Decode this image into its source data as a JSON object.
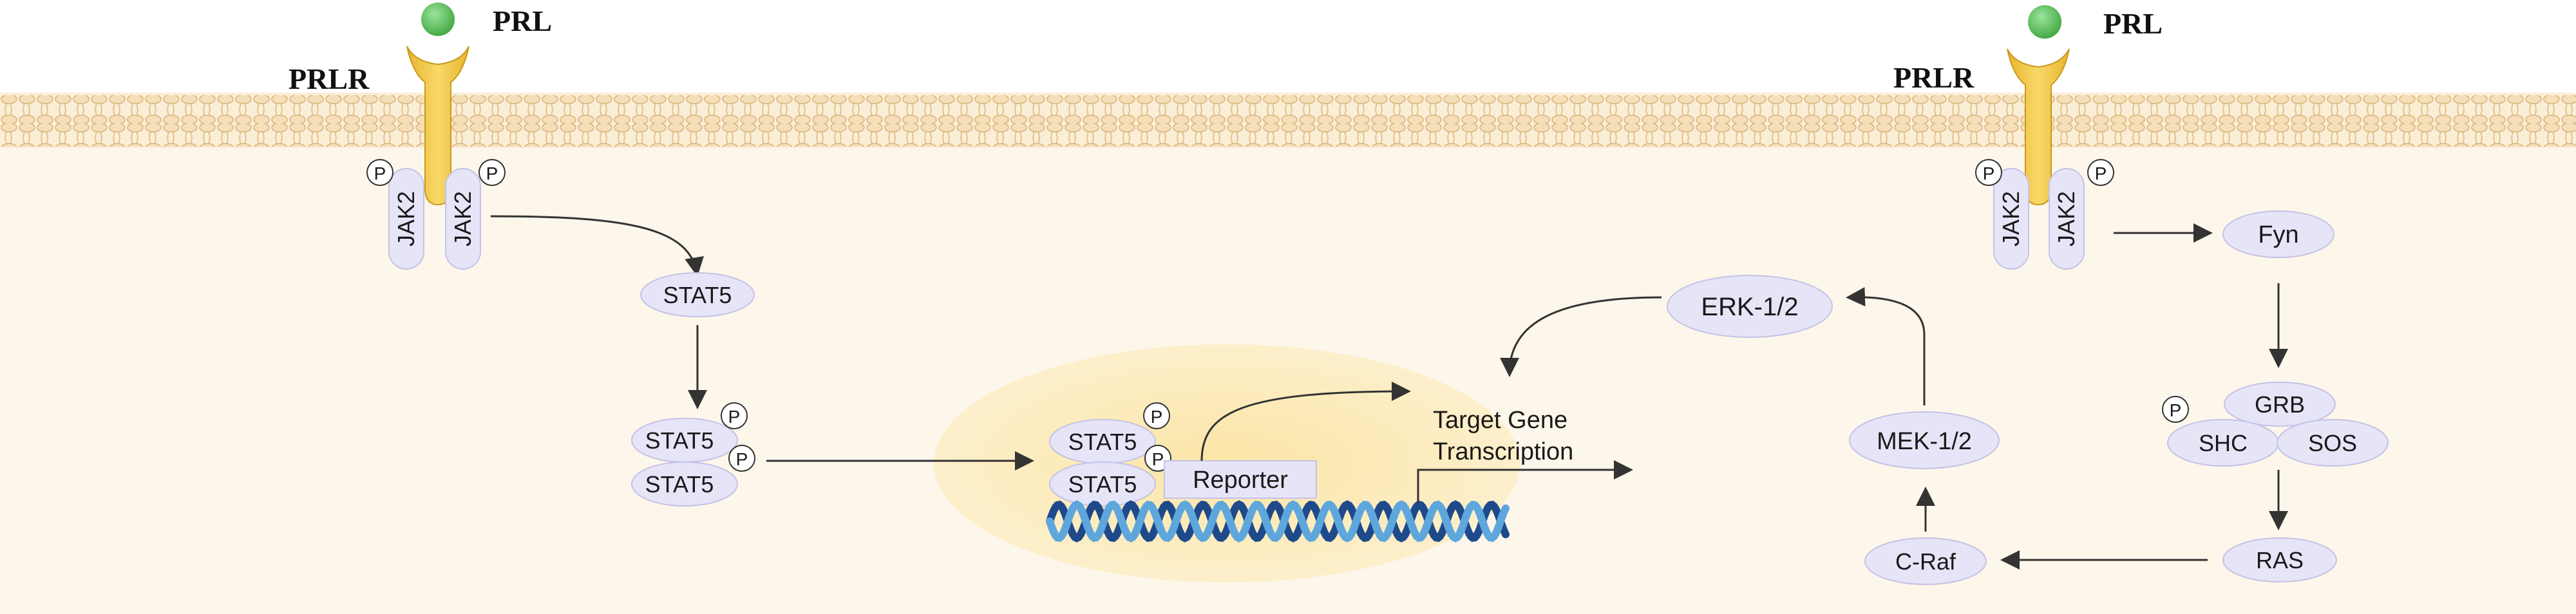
{
  "colors": {
    "background": "#fdf6ea",
    "membrane_head": "#f4dfb8",
    "membrane_stroke": "#d9b47a",
    "node_fill": "#e6e5f8",
    "node_stroke": "#c4c2e6",
    "nucleus_fill": "#fbe9b8",
    "receptor": "#f2c744",
    "ligand": "#5ac45a",
    "dna_dark": "#1e4a8c",
    "dna_light": "#5ea7dc",
    "arrow": "#333333"
  },
  "left_pathway": {
    "ligand_label": "PRL",
    "receptor_label": "PRLR",
    "jak_labels": [
      "JAK2",
      "JAK2"
    ],
    "phospho_symbol": "P",
    "stat5_single": "STAT5",
    "stat5_dimer": [
      "STAT5",
      "STAT5"
    ]
  },
  "nucleus": {
    "stat5_dimer": [
      "STAT5",
      "STAT5"
    ],
    "reporter_label": "Reporter",
    "target_label": [
      "Target Gene",
      "Transcription"
    ]
  },
  "right_pathway": {
    "ligand_label": "PRL",
    "receptor_label": "PRLR",
    "jak_labels": [
      "JAK2",
      "JAK2"
    ],
    "fyn_label": "Fyn",
    "grb_label": "GRB",
    "shc_label": "SHC",
    "sos_label": "SOS",
    "ras_label": "RAS",
    "craf_label": "C-Raf",
    "mek_label": "MEK-1/2",
    "erk_label": "ERK-1/2"
  }
}
